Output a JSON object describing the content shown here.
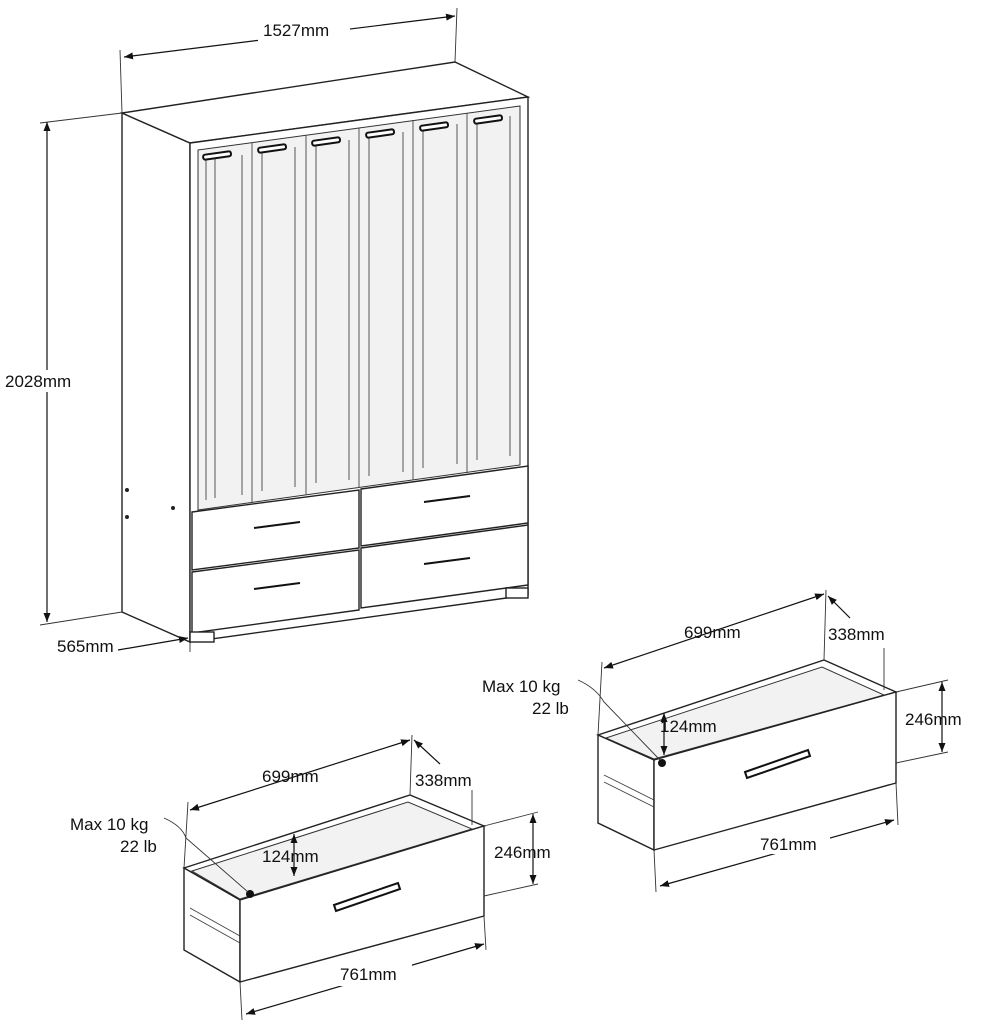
{
  "wardrobe": {
    "width_label": "1527mm",
    "height_label": "2028mm",
    "depth_label": "565mm"
  },
  "drawer_right": {
    "inner_width_label": "699mm",
    "inner_depth_label": "338mm",
    "inner_height_label": "124mm",
    "front_height_label": "246mm",
    "front_width_label": "761mm",
    "max_load_label": "Max 10 kg",
    "max_load_lb_label": "22 lb"
  },
  "drawer_left": {
    "inner_width_label": "699mm",
    "inner_depth_label": "338mm",
    "inner_height_label": "124mm",
    "front_height_label": "246mm",
    "front_width_label": "761mm",
    "max_load_label": "Max 10 kg",
    "max_load_lb_label": "22 lb"
  }
}
